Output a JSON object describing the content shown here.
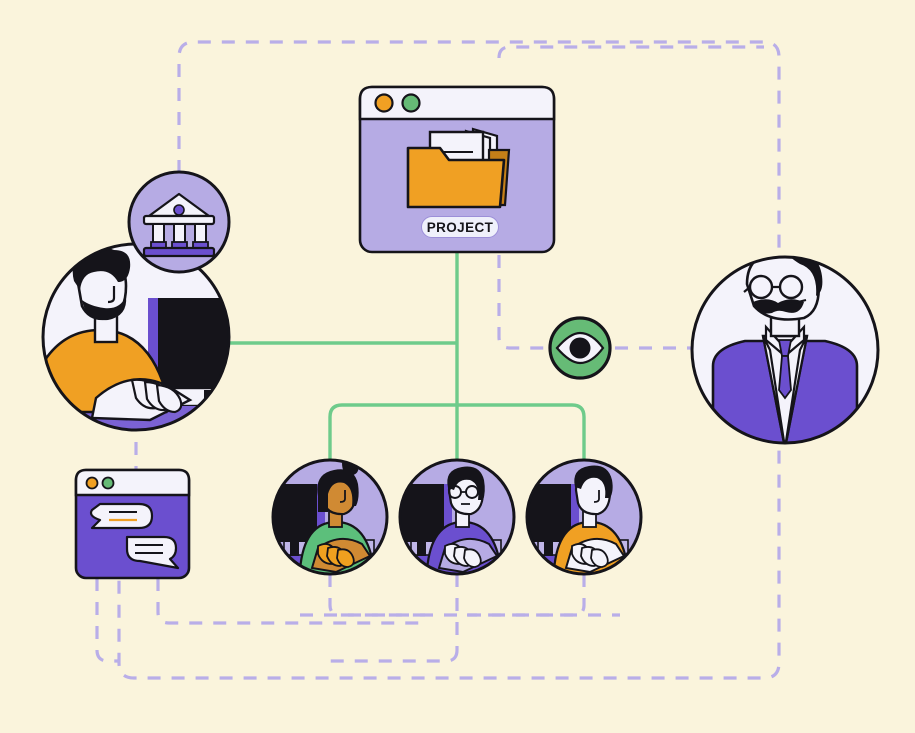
{
  "diagram": {
    "title": "Project Collaboration Diagram",
    "background_color": "#FAF4DC",
    "palette": {
      "cream": "#FAF4DC",
      "lavender": "#B6ABE4",
      "light_lavender": "#C0B6E8",
      "purple": "#6B4FCF",
      "deep_purple": "#7B62D4",
      "green_line": "#6ECB8B",
      "green_icon": "#66BB76",
      "dashed_purple": "#B9AEE8",
      "orange": "#F0A023",
      "amber": "#EFA01F",
      "white": "#F4F3FB",
      "outline": "#15141A"
    }
  },
  "nodes": {
    "project_window": {
      "name": "Project window",
      "label": "PROJECT",
      "dot_colors": [
        "#F0A023",
        "#66BB76"
      ],
      "body_color": "#B6ABE4",
      "titlebar_color": "#F4F3FB",
      "icon": "folder-with-documents"
    },
    "manager": {
      "name": "Project manager at desk",
      "shirt_color": "#F0A023",
      "circle_fill": "#F4F3FB",
      "badge": {
        "name": "Institution badge",
        "icon": "bank-icon",
        "fill": "#B6ABE4"
      }
    },
    "chat_window": {
      "name": "Chat window",
      "body_color": "#6B4FCF",
      "titlebar_color": "#F4F3FB",
      "dot_colors": [
        "#F0A023",
        "#66BB76"
      ],
      "icon": "two-speech-bubbles"
    },
    "observer": {
      "name": "Observer eye",
      "icon": "eye-icon",
      "fill": "#66BB76",
      "pupil": "#15141A"
    },
    "executive": {
      "name": "Executive in suit",
      "circle_fill": "#F4F3FB",
      "suit_color": "#6B4FCF",
      "accessory": "glasses-and-moustache"
    },
    "team": [
      {
        "name": "Team member one",
        "shirt_color": "#5CBF7B",
        "skin_tone": "#D08A33",
        "circle_fill": "#B6ABE4"
      },
      {
        "name": "Team member two",
        "shirt_color": "#6B4FCF",
        "skin_tone": "#F4F3FB",
        "circle_fill": "#B6ABE4",
        "accessory": "glasses"
      },
      {
        "name": "Team member three",
        "shirt_color": "#F0A023",
        "skin_tone": "#F4F3FB",
        "circle_fill": "#B6ABE4"
      }
    ]
  },
  "connectors": {
    "solid_color": "#6ECB8B",
    "dashed_color": "#B9AEE8",
    "solid_links": [
      "project-window-to-team-branch",
      "manager-to-project-trunk"
    ],
    "dashed_links": [
      "outer-boundary",
      "inner-boundary",
      "bank-badge-to-boundary",
      "manager-to-chat-window",
      "chat-window-to-lower-boundary",
      "team-to-lower-boundary",
      "eye-to-executive",
      "project-window-to-eye"
    ]
  }
}
